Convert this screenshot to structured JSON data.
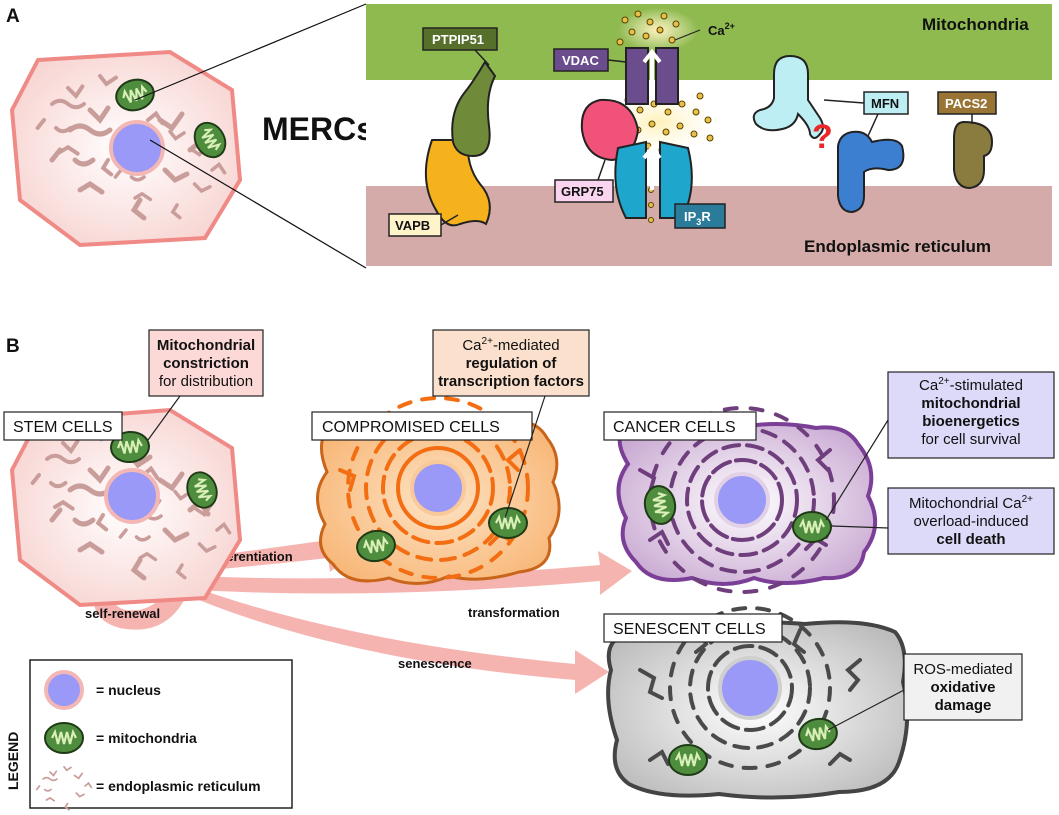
{
  "panel_a": {
    "letter": "A",
    "merc_label": "MERCs",
    "mito_region": "Mitochondria",
    "er_region": "Endoplasmic reticulum",
    "ca_label": "Ca",
    "ca_sup": "2+",
    "proteins": {
      "ptpip51": "PTPIP51",
      "vdac": "VDAC",
      "grp75": "GRP75",
      "ip3r_main": "IP",
      "ip3r_sub": "3",
      "ip3r_end": "R",
      "vapb": "VAPB",
      "mfn": "MFN",
      "pacs2": "PACS2",
      "question": "?"
    }
  },
  "panel_b": {
    "letter": "B",
    "cells": {
      "stem": "STEM CELLS",
      "compromised": "COMPROMISED CELLS",
      "cancer": "CANCER CELLS",
      "senescent": "SENESCENT CELLS"
    },
    "callouts": {
      "stem_b": "Mitochondrial",
      "stem_b2": "constriction",
      "stem_r": "for distribution",
      "comp_ca": "Ca",
      "comp_sup": "2+",
      "comp_rest": "-mediated",
      "comp_b1": "regulation of",
      "comp_b2": "transcription factors",
      "cancer1_ca": "Ca",
      "cancer1_sup": "2+",
      "cancer1_rest": "-stimulated",
      "cancer1_b1": "mitochondrial",
      "cancer1_b2": "bioenergetics",
      "cancer1_r": "for cell survival",
      "cancer2_l1a": "Mitochondrial Ca",
      "cancer2_sup": "2+",
      "cancer2_l2": "overload-induced",
      "cancer2_b": "cell death",
      "sen_r": "ROS-mediated",
      "sen_b1": "oxidative",
      "sen_b2": "damage"
    },
    "arrows": {
      "differentiation": "differentiation",
      "self_renewal": "self-renewal",
      "transformation": "transformation",
      "senescence": "senescence"
    },
    "legend": {
      "title": "LEGEND",
      "nucleus": "= nucleus",
      "mitochondria": "= mitochondria",
      "er": "= endoplasmic reticulum"
    }
  },
  "colors": {
    "mito_band": "#8fba4f",
    "er_band": "#d4aba8",
    "stem_fill": "#fbe4e2",
    "stem_border": "#f08a86",
    "comp_fill": "#fbc89b",
    "comp_border": "#c8651a",
    "cancer_fill": "#e8dbe9",
    "cancer_border": "#7b3f97",
    "sen_fill": "#d6d6d6",
    "sen_border": "#444444",
    "nucleus": "#9a99f7",
    "mito": "#4f8d3e",
    "arrow": "#f6b4b0"
  }
}
